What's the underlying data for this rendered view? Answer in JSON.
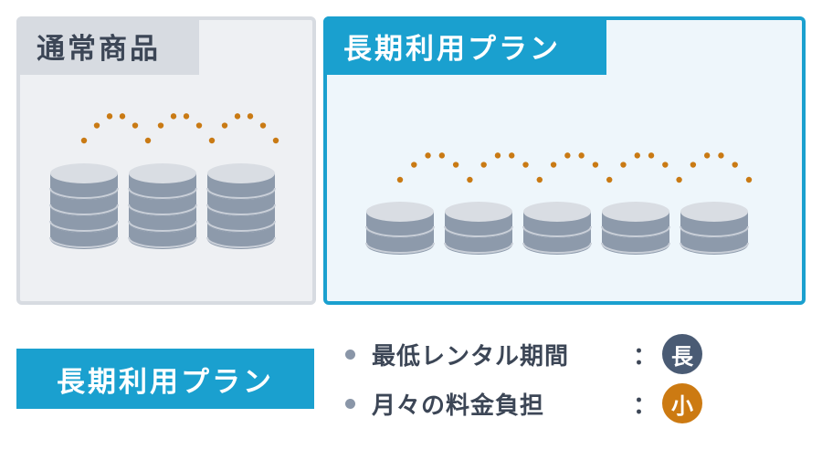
{
  "normal_panel": {
    "label": "通常商品"
  },
  "long_panel": {
    "label": "長期利用プラン"
  },
  "badge": {
    "label": "長期利用プラン"
  },
  "legend": [
    {
      "label": "最低レンタル期間",
      "colon": "：",
      "value": "長",
      "color": "#4a5b74"
    },
    {
      "label": "月々の料金負担",
      "colon": "：",
      "value": "小",
      "color": "#cc7a12"
    }
  ],
  "colors": {
    "accent": "#1aa0cf",
    "disk_top": "#d9dde3",
    "disk_side": "#8d9aab",
    "dot": "#c97a14"
  }
}
